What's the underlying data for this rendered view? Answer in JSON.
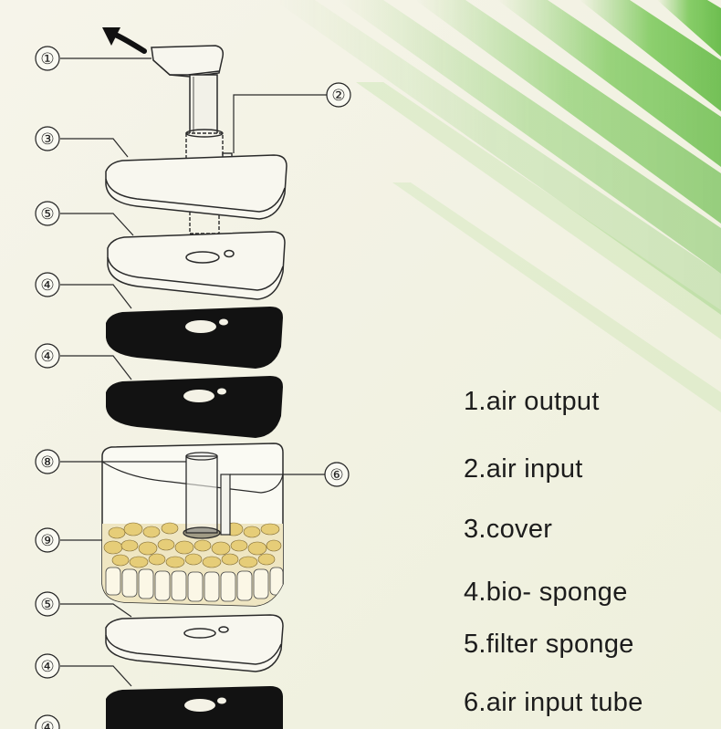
{
  "callouts": [
    "①",
    "②",
    "③",
    "⑤",
    "④",
    "④",
    "⑧",
    "⑥",
    "⑨",
    "⑤",
    "④",
    "④"
  ],
  "legend": [
    "1.air output",
    "2.air input",
    "3.cover",
    "4.bio- sponge",
    "5.filter sponge",
    "6.air input tube"
  ],
  "colors": {
    "background": "#f4f2e6",
    "stripe_green": "#5fbf3a",
    "sponge_black": "#121212",
    "line": "#2a2a2a",
    "media_yellow": "#e8cf7a"
  },
  "icons": {
    "arrow": "curved-arrow-icon"
  }
}
